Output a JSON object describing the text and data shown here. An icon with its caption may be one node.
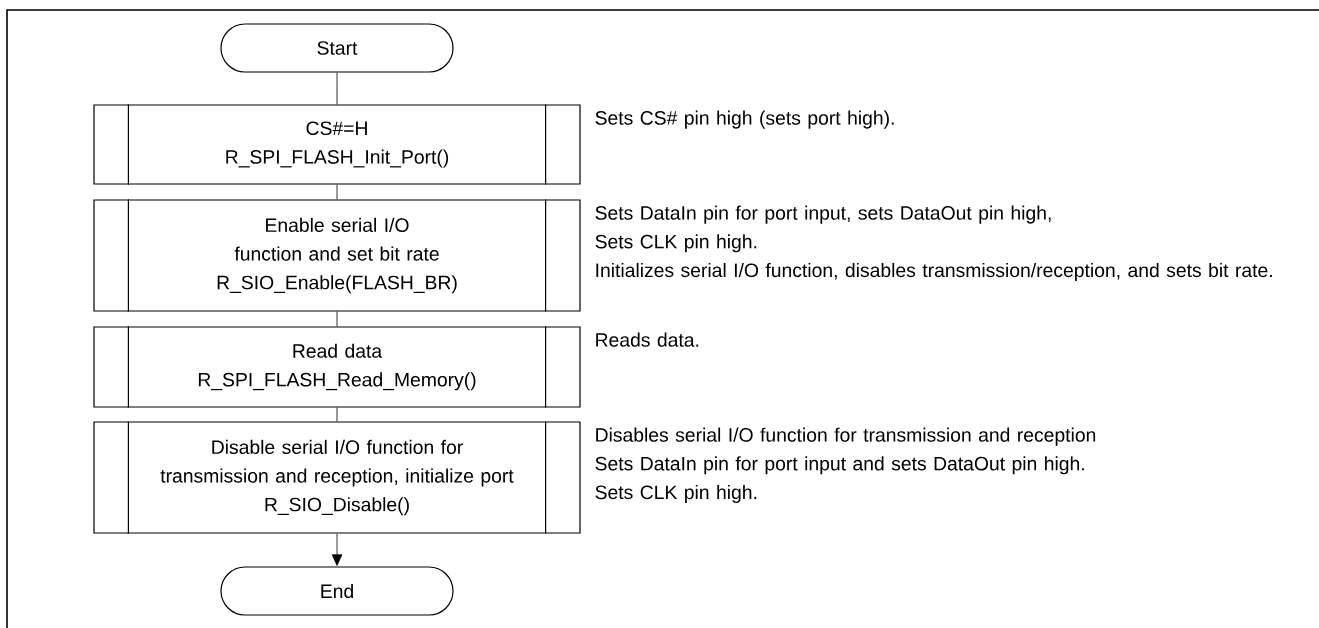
{
  "diagram": {
    "nodes": [
      {
        "text": [
          "Start"
        ]
      },
      {
        "text": [
          "CS#=H",
          "R_SPI_FLASH_Init_Port()"
        ],
        "beside": [
          "Sets CS# pin high (sets port high)."
        ]
      },
      {
        "text": [
          "Enable serial I/O function and set bit rate",
          "R_SIO_Enable(FLASH_BR)"
        ],
        "beside": [
          "Sets DataIn pin for port input, sets DataOut pin high,",
          "Sets CLK pin high.",
          "Initializes serial I/O function, disables transmission/reception, and sets bit rate."
        ]
      },
      {
        "text": [
          "Read data",
          "R_SPI_FLASH_Read_Memory()"
        ],
        "beside": [
          "Reads data."
        ]
      },
      {
        "text": [
          "Disable serial I/O function for transmission and reception, initialize port",
          "R_SIO_Disable()"
        ],
        "beside": [
          "Disables serial I/O function for transmission and reception",
          "Sets DataIn pin for port input and sets DataOut pin high.",
          "Sets CLK pin high."
        ]
      },
      {
        "text": [
          "End"
        ]
      }
    ],
    "edges": [
      {
        "from": 0,
        "to": 1,
        "arrow": "none"
      },
      {
        "from": 1,
        "to": 2,
        "arrow": "none"
      },
      {
        "from": 2,
        "to": 3,
        "arrow": "none"
      },
      {
        "from": 3,
        "to": 4,
        "arrow": "none"
      },
      {
        "from": 4,
        "to": 5,
        "arrow": "to"
      }
    ]
  }
}
